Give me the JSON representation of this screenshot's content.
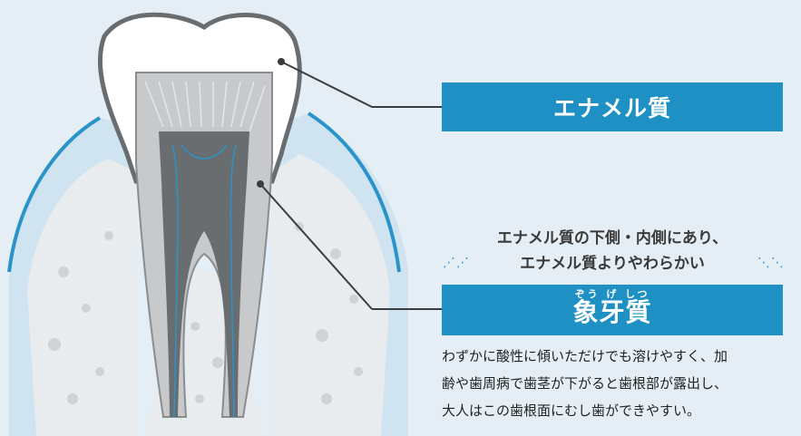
{
  "enamel": {
    "label": "エナメル質"
  },
  "dentin": {
    "subtitle_line1": "エナメル質の下側・内側にあり、",
    "subtitle_line2": "エナメル質よりやわらかい",
    "ruby": "ぞう げ しつ",
    "label": "象牙質",
    "description_line1": "わずかに酸性に傾いただけでも溶けやすく、加",
    "description_line2": "齢や歯周病で歯茎が下がると歯根部が露出し、",
    "description_line3": "大人はこの歯根面にむし歯ができやすい。"
  },
  "colors": {
    "background": "#e4eef4",
    "accent_blue": "#1f90c4",
    "gum_light": "#cfe3f1",
    "bone": "#e9ecee",
    "dentin_gray": "#c7c9cb",
    "pulp_dark": "#6a6d70"
  }
}
